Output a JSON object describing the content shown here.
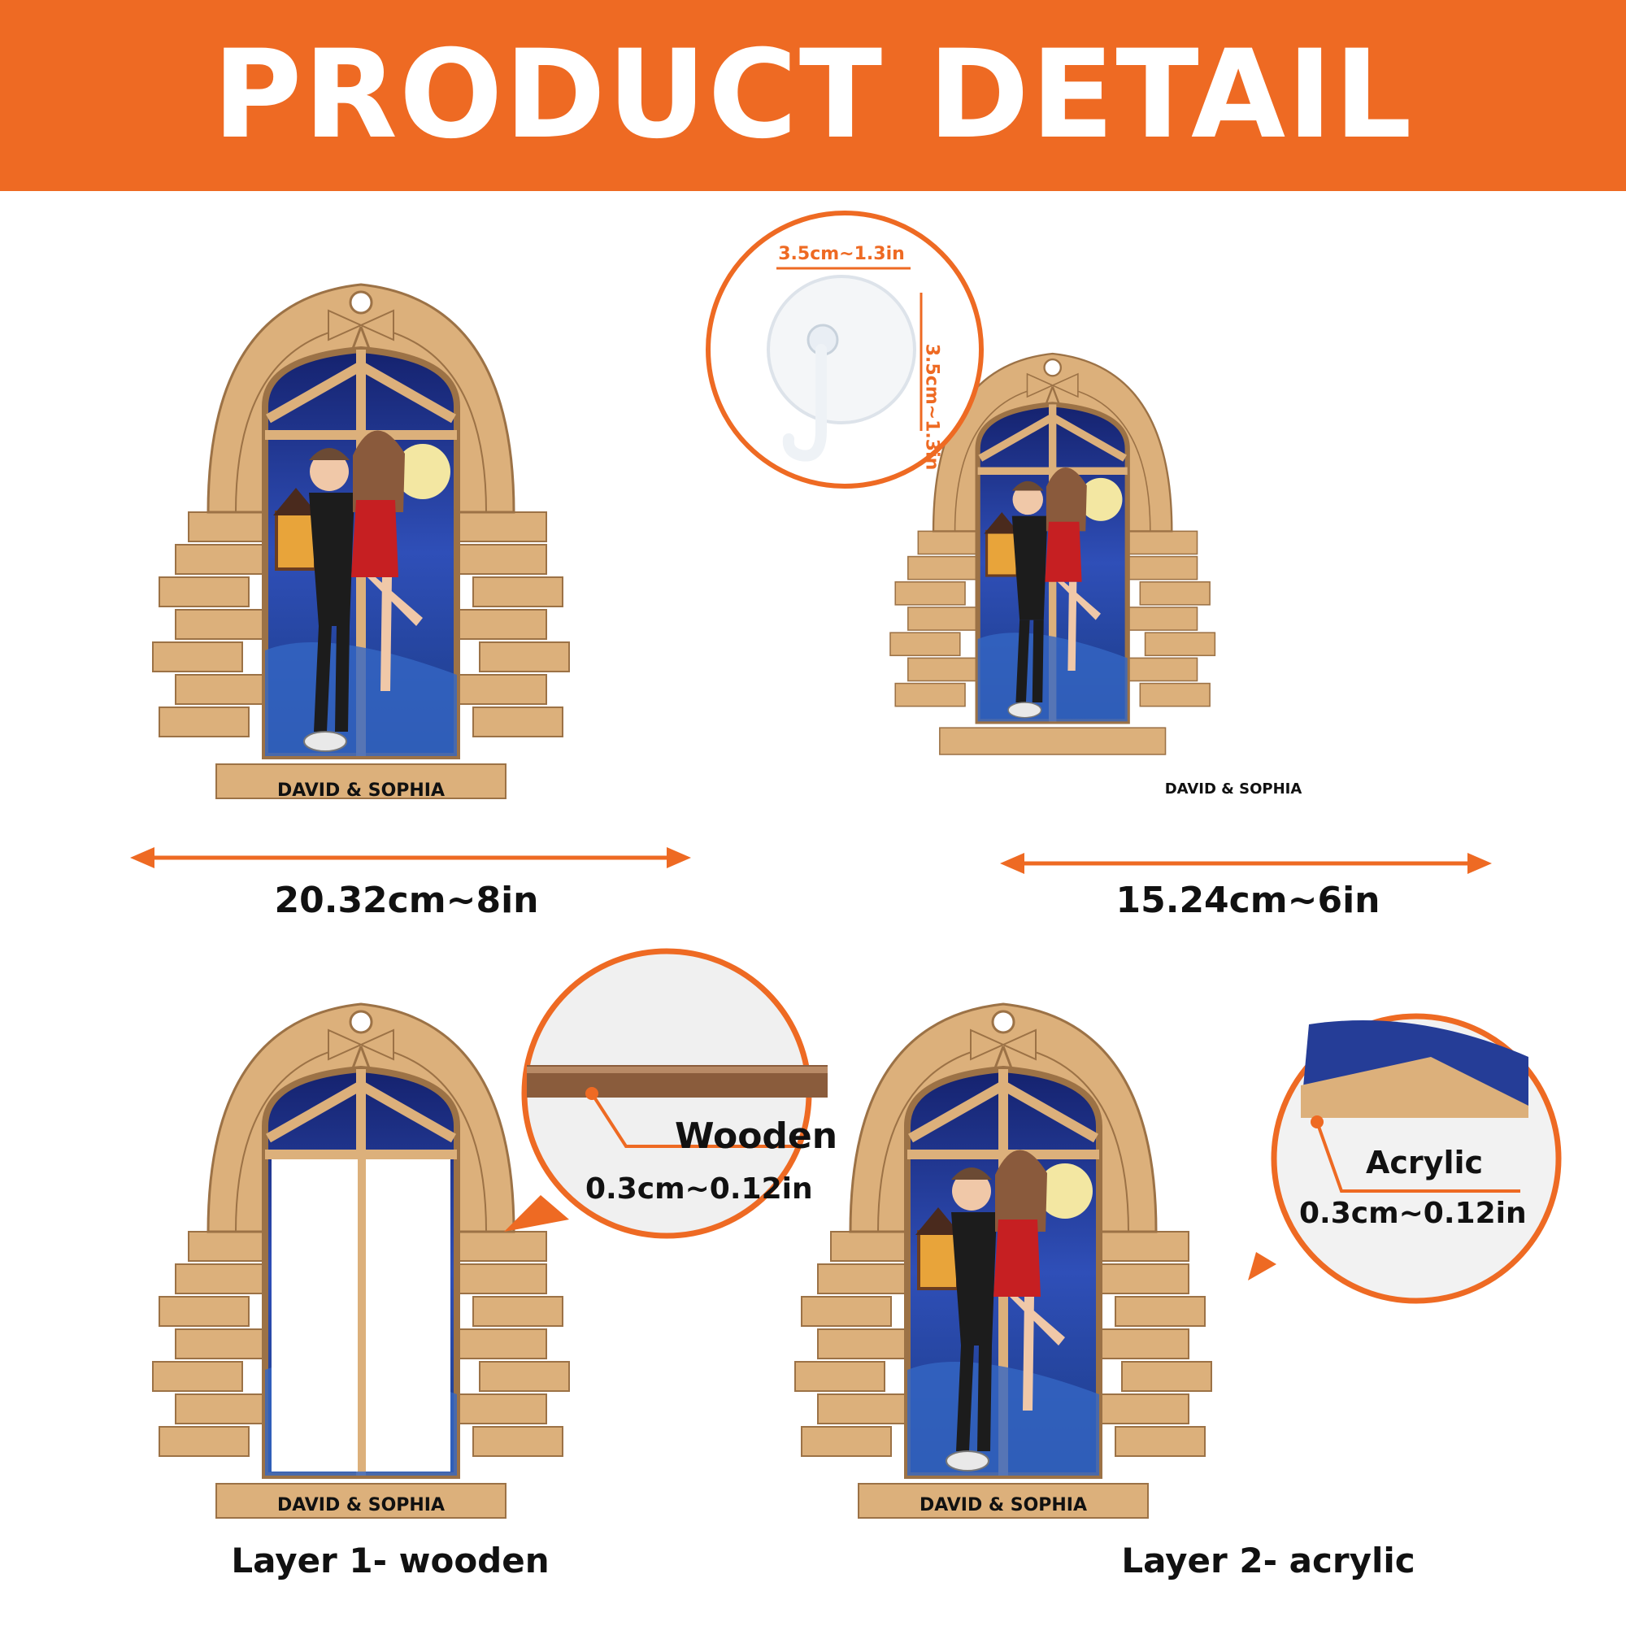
{
  "banner": {
    "title": "PRODUCT DETAIL"
  },
  "ornament": {
    "nameplate": "DAVID & SOPHIA"
  },
  "hook": {
    "width_label": "3.5cm~1.3in",
    "height_label": "3.5cm~1.3in"
  },
  "sizes": [
    {
      "label": "20.32cm~8in"
    },
    {
      "label": "15.24cm~6in"
    }
  ],
  "materials": [
    {
      "title": "Wooden",
      "thickness": "0.3cm~0.12in",
      "caption": "Layer 1- wooden"
    },
    {
      "title": "Acrylic",
      "thickness": "0.3cm~0.12in",
      "caption": "Layer 2- acrylic"
    }
  ],
  "colors": {
    "accent": "#ee6a23",
    "wood": "#dcb07b",
    "wood_edge": "#9c7246",
    "night_sky": "#1d2f8a"
  }
}
